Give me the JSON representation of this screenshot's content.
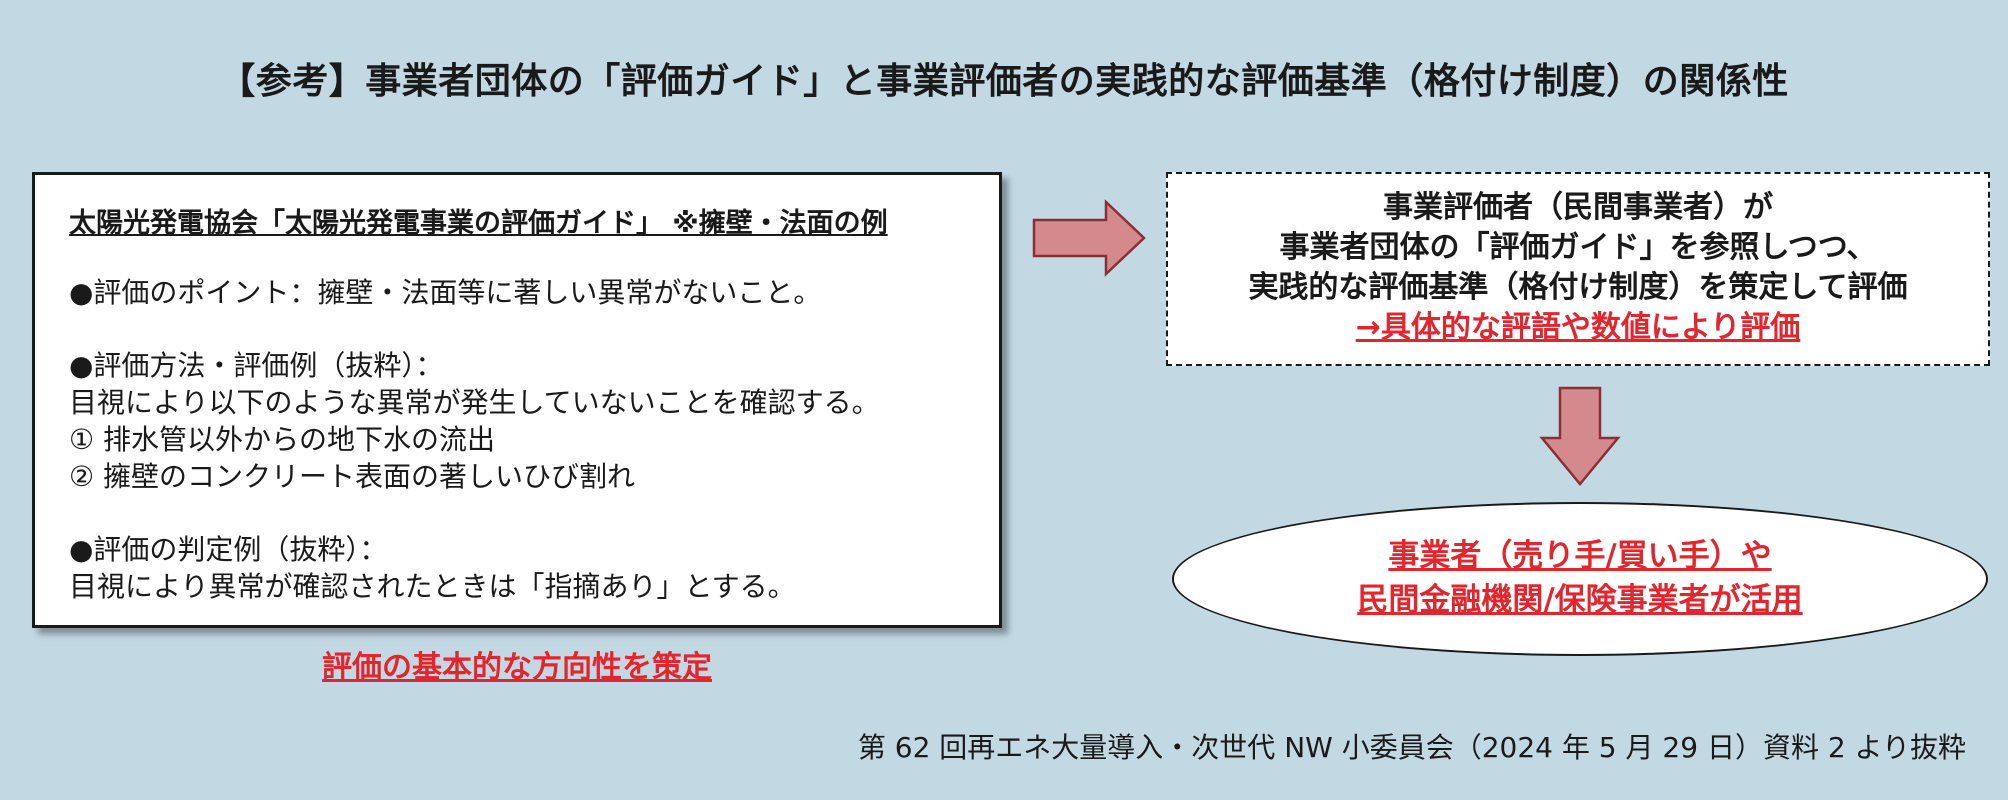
{
  "title": "【参考】事業者団体の「評価ガイド」と事業評価者の実践的な評価基準（格付け制度）の関係性",
  "guide_box": {
    "heading": "太陽光発電協会「太陽光発電事業の評価ガイド」 ※擁壁・法面の例",
    "point": "●評価のポイント：擁壁・法面等に著しい異常がないこと。",
    "method_heading": "●評価方法・評価例（抜粋）：",
    "method_lines": [
      "目視により以下のような異常が発生していないことを確認する。",
      "① 排水管以外からの地下水の流出",
      "② 擁壁のコンクリート表面の著しいひび割れ"
    ],
    "judge_heading": "●評価の判定例（抜粋）：",
    "judge_line": "目視により異常が確認されたときは「指摘あり」とする。",
    "caption": "評価の基本的な方向性を策定"
  },
  "evaluator_box": {
    "lines": [
      "事業評価者（民間事業者）が",
      "事業者団体の「評価ガイド」を参照しつつ、",
      "実践的な評価基準（格付け制度）を策定して評価"
    ],
    "highlight": "→具体的な評語や数値により評価"
  },
  "users_ellipse": {
    "lines": [
      "事業者（売り手/買い手）や",
      "民間金融機関/保険事業者が活用"
    ]
  },
  "source": "第 62 回再エネ大量導入・次世代 NW 小委員会（2024 年 5 月 29 日）資料 2 より抜粋",
  "colors": {
    "background": "#c2d8e3",
    "arrow_fill": "#d48a8d",
    "arrow_stroke": "#8b2f37",
    "accent_red": "#e3252d"
  }
}
